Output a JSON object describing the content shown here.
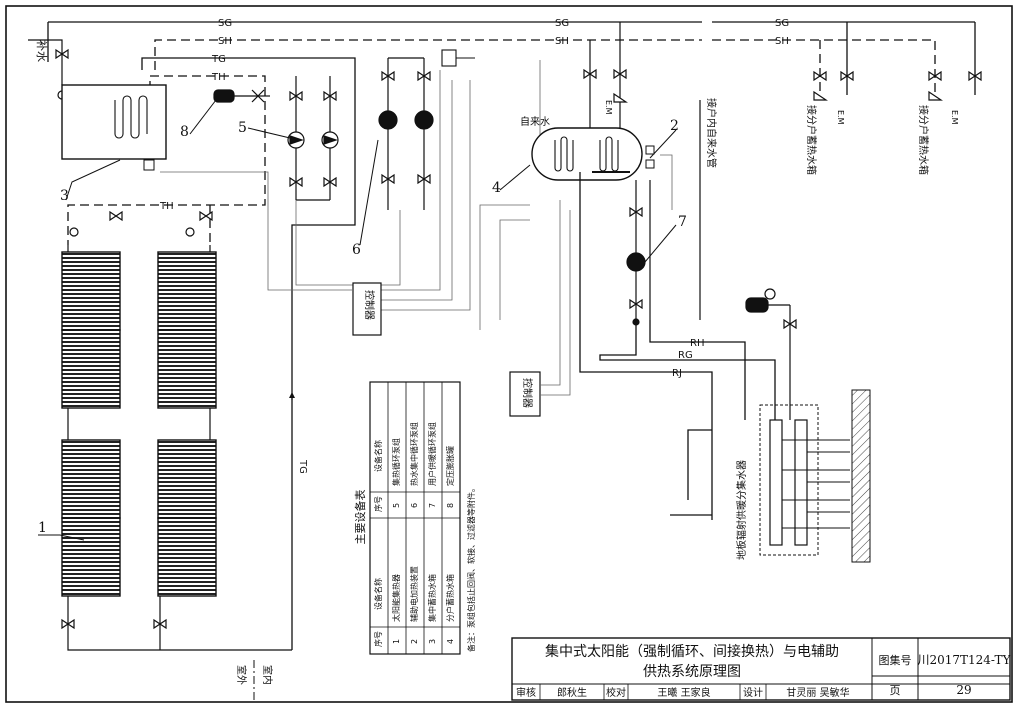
{
  "pipes": {
    "sg": "SG",
    "sh": "SH",
    "tg": "TG",
    "th": "TH",
    "rh": "RH",
    "rg": "RG",
    "rj": "RJ",
    "tg_vertical": "TG"
  },
  "labels": {
    "makeup_water": "补水",
    "tap_water_in": "接户内自来水管",
    "to_storage_tank_1": "接分户蓄热水箱",
    "to_storage_tank_2": "接分户蓄热水箱",
    "controller_top": "控制器",
    "controller_bottom": "控制器",
    "floor_heating_manifold": "地板辐射供暖分集水器",
    "outdoor": "室外",
    "indoor": "室内",
    "em": "E.M",
    "tap_water_short": "自来水"
  },
  "callouts": {
    "c1": "1",
    "c2": "2",
    "c3": "3",
    "c4": "4",
    "c5": "5",
    "c6": "6",
    "c7": "7",
    "c8": "8"
  },
  "equipment_table": {
    "title": "主要设备表",
    "headers": [
      "序号",
      "设备名称",
      "序号",
      "设备名称"
    ],
    "rows": [
      [
        "1",
        "太阳能集热器",
        "5",
        "集热循环泵组"
      ],
      [
        "2",
        "辅助电加热装置",
        "6",
        "热水集中循环泵组"
      ],
      [
        "3",
        "集中蓄热水箱",
        "7",
        "用户供暖循环泵组"
      ],
      [
        "4",
        "分户蓄热水箱",
        "8",
        "定压膨胀罐"
      ]
    ],
    "note": "备注：泵组包括止回阀、软接、过滤器等附件。"
  },
  "title_block": {
    "title_line1": "集中式太阳能（强制循环、间接换热）与电辅助",
    "title_line2": "供热系统原理图",
    "atlas_label": "图集号",
    "atlas_no": "川2017T124-TY",
    "page_label": "页",
    "page_no": "29",
    "review": "审核",
    "reviewer": "郎秋生",
    "check": "校对",
    "checker": "王曦 王家良",
    "design": "设计",
    "designer": "甘灵丽 吴敏华"
  }
}
